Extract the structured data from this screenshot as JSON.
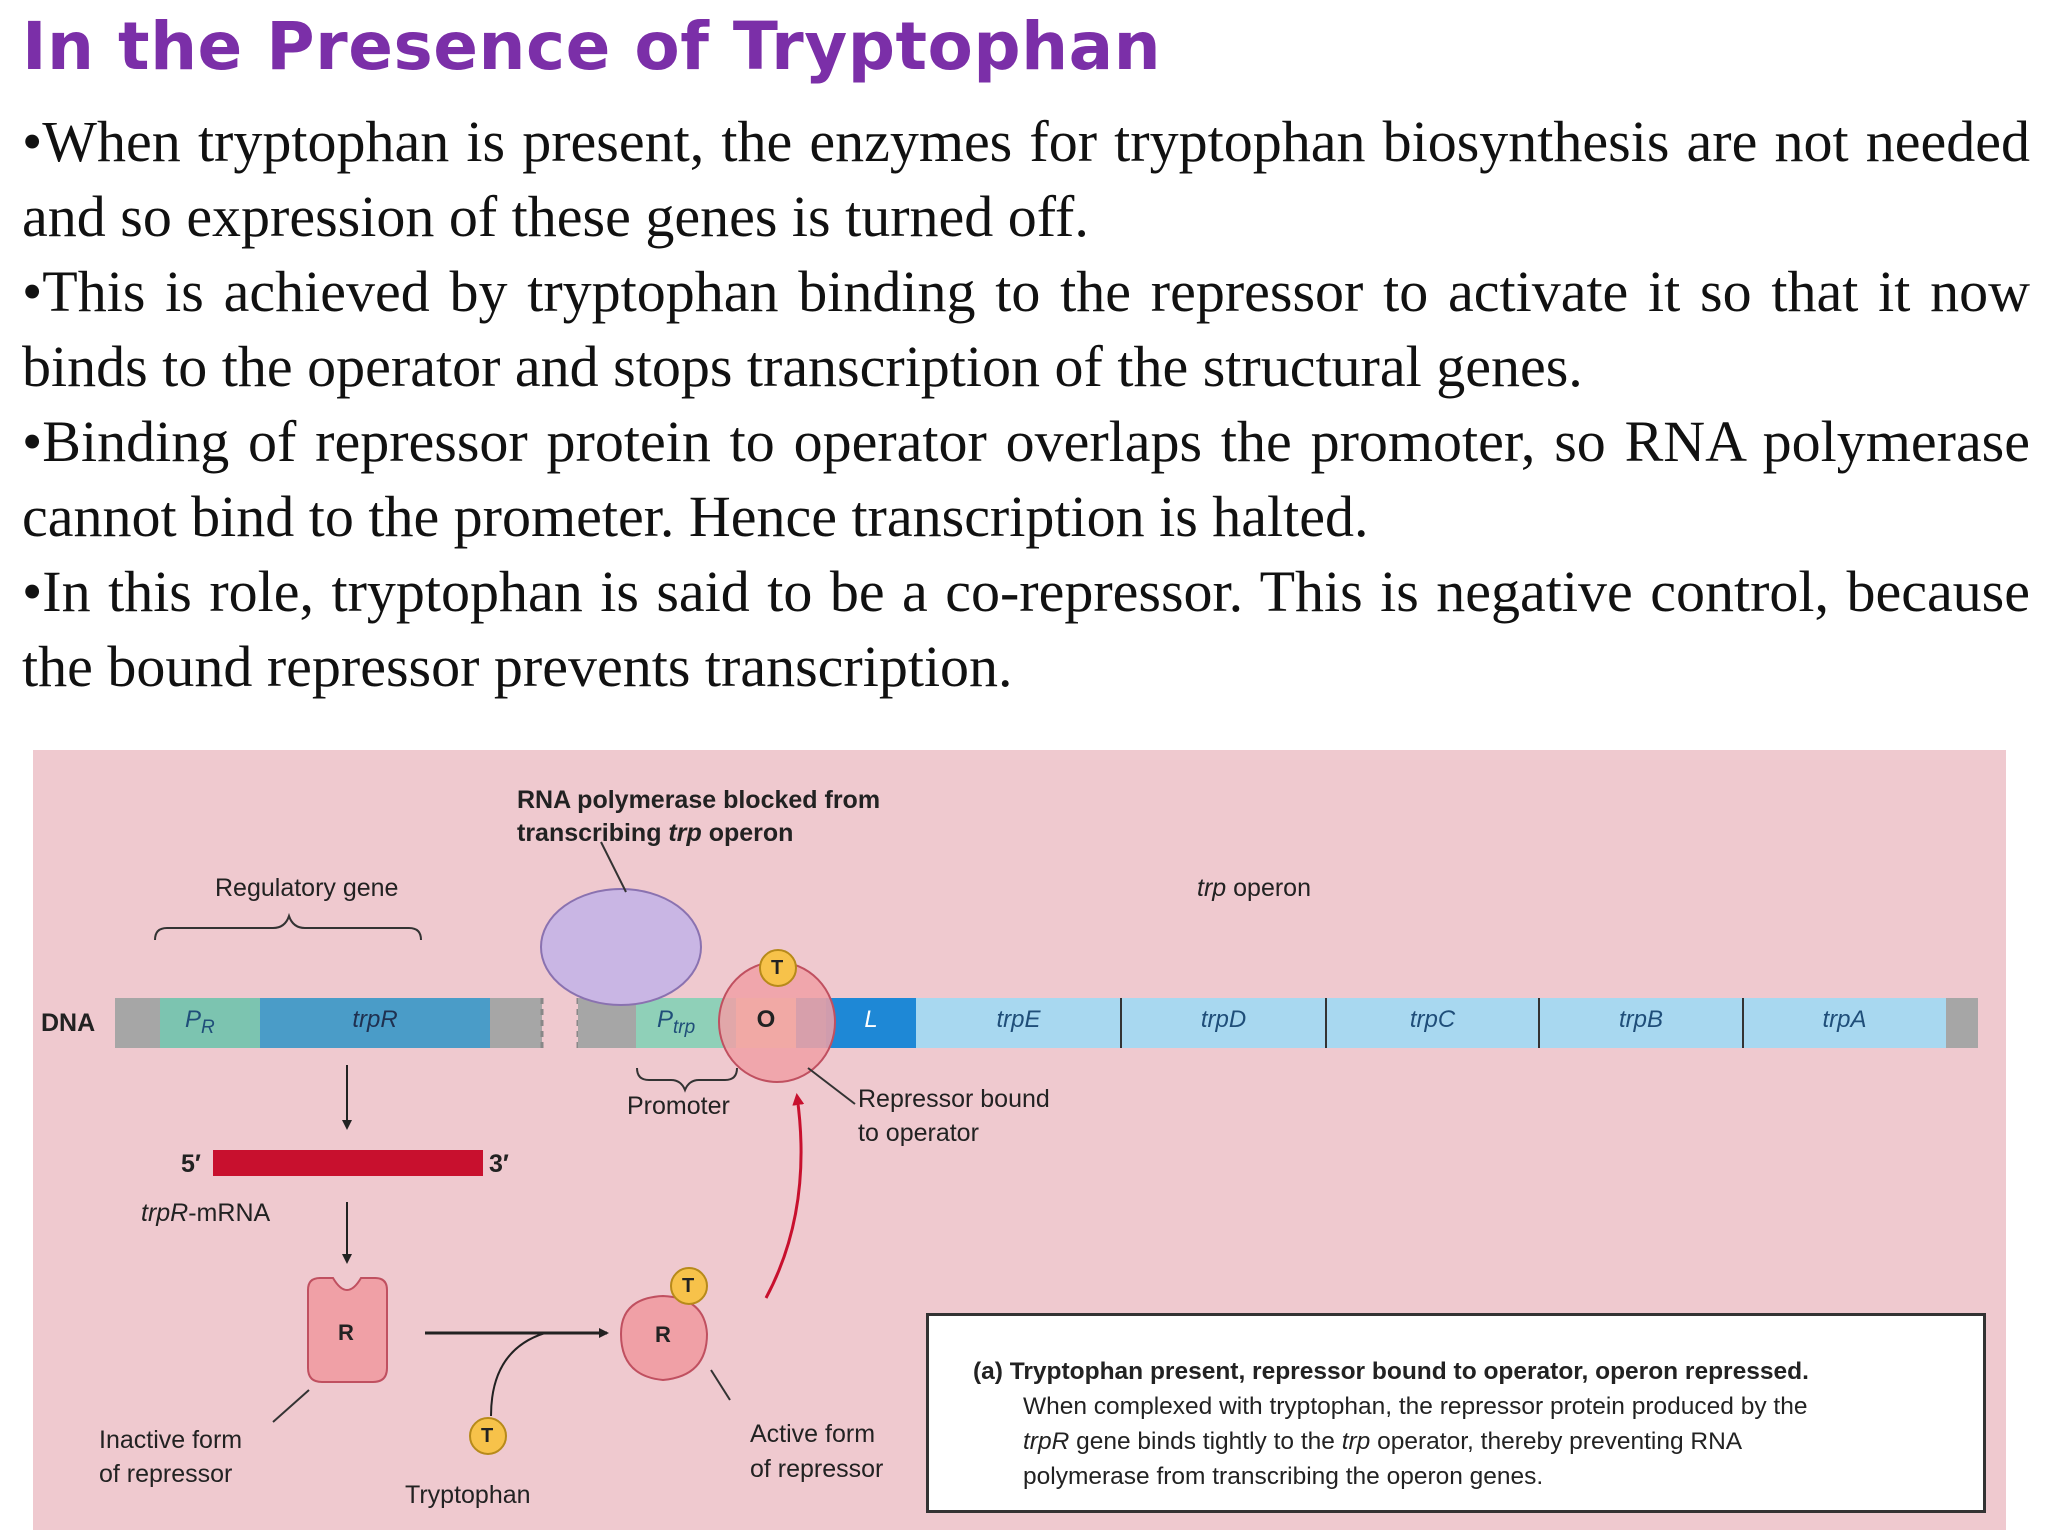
{
  "title": "In the Presence of Tryptophan",
  "bullets": [
    "•When tryptophan is present, the enzymes for tryptophan biosynthesis are not needed and so expression of these genes is turned off.",
    "•This is achieved by tryptophan binding to the repressor to activate it so that it now binds to the operator and stops transcription of the structural genes.",
    "•Binding of repressor protein to operator overlaps the promoter, so RNA polymerase cannot bind to the prometer. Hence transcription is halted.",
    "•In this role, tryptophan is said to be a co-repressor. This is negative control, because the bound repressor prevents transcription."
  ],
  "diagram": {
    "rnap_label_line1": "RNA polymerase blocked from",
    "rnap_label_line2_a": "transcribing ",
    "rnap_label_line2_b": "trp",
    "rnap_label_line2_c": " operon",
    "regulatory_gene": "Regulatory gene",
    "trp_operon_a": "trp",
    "trp_operon_b": " operon",
    "dna": "DNA",
    "pr_main": "P",
    "pr_sub": "R",
    "trpR": "trpR",
    "ptrp_main": "P",
    "ptrp_sub": "trp",
    "operator": "O",
    "leader": "L",
    "genes": [
      "trpE",
      "trpD",
      "trpC",
      "trpB",
      "trpA"
    ],
    "promoter": "Promoter",
    "repressor_bound_1": "Repressor bound",
    "repressor_bound_2": "to operator",
    "five_prime": "5′",
    "three_prime": "3′",
    "mrna_a": "trpR",
    "mrna_b": "-mRNA",
    "repressor_letter": "R",
    "trp_letter": "T",
    "inactive_1": "Inactive form",
    "inactive_2": "of repressor",
    "tryptophan": "Tryptophan",
    "active_1": "Active form",
    "active_2": "of repressor"
  },
  "caption": {
    "heading": "(a) Tryptophan present, repressor bound to operator, operon repressed.",
    "line1": "When complexed with tryptophan, the repressor protein produced by the",
    "line2_a": "trpR",
    "line2_b": " gene binds tightly to the ",
    "line2_c": "trp",
    "line2_d": " operator, thereby preventing RNA",
    "line3": "polymerase from transcribing the operon genes."
  },
  "colors": {
    "title": "#7b2fa8",
    "background": "#efc9cf",
    "mrna": "#c8102e",
    "repressor": "#f0a0a6",
    "tryptophan": "#f7c24a",
    "rna_polymerase": "#c9b6e4",
    "operon_genes": "#a8d8f0",
    "trpR_gene": "#4a9cc8",
    "leader": "#1e88d6",
    "operator": "#f3d9a0"
  }
}
